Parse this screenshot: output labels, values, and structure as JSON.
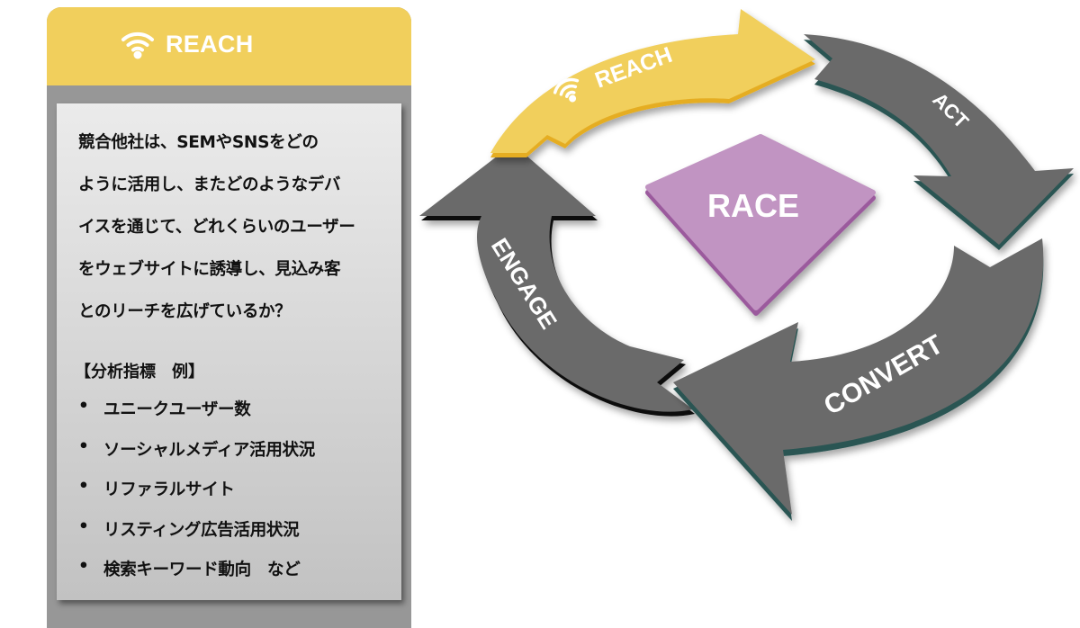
{
  "card": {
    "title": "REACH",
    "icon": "wifi-icon",
    "description_lines": [
      "競合他社は、SEMやSNSをどの",
      "ように活用し、またどのようなデバ",
      "イスを通じて、どれくらいのユーザー",
      "をウェブサイトに誘導し、見込み客",
      "とのリーチを広げているか？"
    ],
    "metrics_title": "【分析指標　例】",
    "bullet": "•",
    "metrics": [
      "ユニークユーザー数",
      "ソーシャルメディア活用状況",
      "リファラルサイト",
      "リスティング広告活用状況",
      "検索キーワード動向　など"
    ]
  },
  "diagram": {
    "center_label": "RACE",
    "stages": [
      {
        "label": "REACH",
        "icon": "wifi-icon"
      },
      {
        "label": "ACT"
      },
      {
        "label": "CONVERT"
      },
      {
        "label": "ENGAGE"
      }
    ]
  },
  "colors": {
    "reach_yellow": "#f1cf5c",
    "reach_yellow_edge": "#e5ad24",
    "arrow_gray": "#6b6b6b",
    "arrow_edge_teal": "#2a5553",
    "race_purple": "#c194c2",
    "race_purple_edge": "#9b5a9d",
    "card_gray": "#979797"
  }
}
